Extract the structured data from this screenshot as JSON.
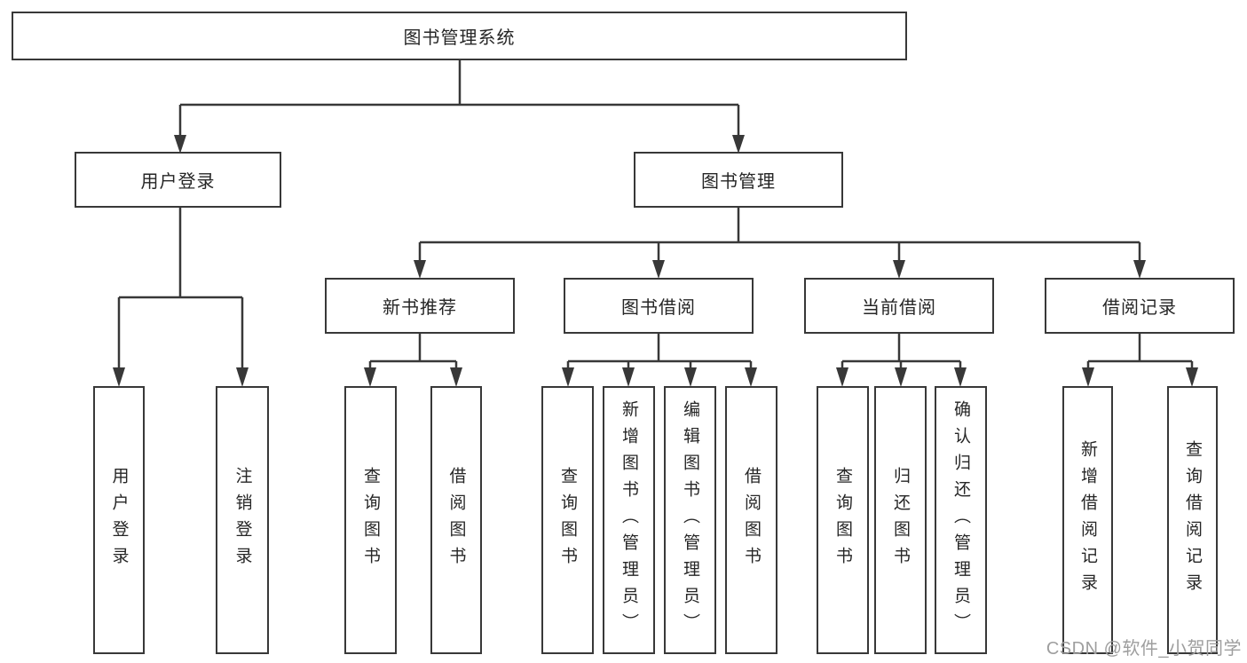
{
  "title": "图书管理系统",
  "watermark": "CSDN @软件_小贺同学",
  "colors": {
    "line": "#383838",
    "box_border": "#383838",
    "text": "#262626",
    "watermark": "#9e9e9e",
    "background": "#ffffff"
  },
  "nodes": {
    "root": {
      "label": "图书管理系统"
    },
    "level2": [
      {
        "id": "user-login",
        "label": "用户登录"
      },
      {
        "id": "book-management",
        "label": "图书管理"
      }
    ],
    "level3": [
      {
        "id": "new-book-recommend",
        "label": "新书推荐",
        "parent": "book-management"
      },
      {
        "id": "book-borrowing",
        "label": "图书借阅",
        "parent": "book-management"
      },
      {
        "id": "current-borrowing",
        "label": "当前借阅",
        "parent": "book-management"
      },
      {
        "id": "borrowing-records",
        "label": "借阅记录",
        "parent": "book-management"
      }
    ],
    "leaves": [
      {
        "id": "user-login-action",
        "label": "用户登录",
        "parent": "user-login"
      },
      {
        "id": "logout-action",
        "label": "注销登录",
        "parent": "user-login"
      },
      {
        "id": "query-books-recommend",
        "label": "查询图书",
        "parent": "new-book-recommend"
      },
      {
        "id": "borrow-books-recommend",
        "label": "借阅图书",
        "parent": "new-book-recommend"
      },
      {
        "id": "query-books-borrowing",
        "label": "查询图书",
        "parent": "book-borrowing"
      },
      {
        "id": "add-books-admin",
        "label": "新增图书（管理员）",
        "parent": "book-borrowing"
      },
      {
        "id": "edit-books-admin",
        "label": "编辑图书（管理员）",
        "parent": "book-borrowing"
      },
      {
        "id": "borrow-books-borrowing",
        "label": "借阅图书",
        "parent": "book-borrowing"
      },
      {
        "id": "query-books-current",
        "label": "查询图书",
        "parent": "current-borrowing"
      },
      {
        "id": "return-books",
        "label": "归还图书",
        "parent": "current-borrowing"
      },
      {
        "id": "confirm-return-admin",
        "label": "确认归还（管理员）",
        "parent": "current-borrowing"
      },
      {
        "id": "add-borrow-record",
        "label": "新增借阅记录",
        "parent": "borrowing-records"
      },
      {
        "id": "query-borrow-record",
        "label": "查询借阅记录",
        "parent": "borrowing-records"
      }
    ]
  }
}
